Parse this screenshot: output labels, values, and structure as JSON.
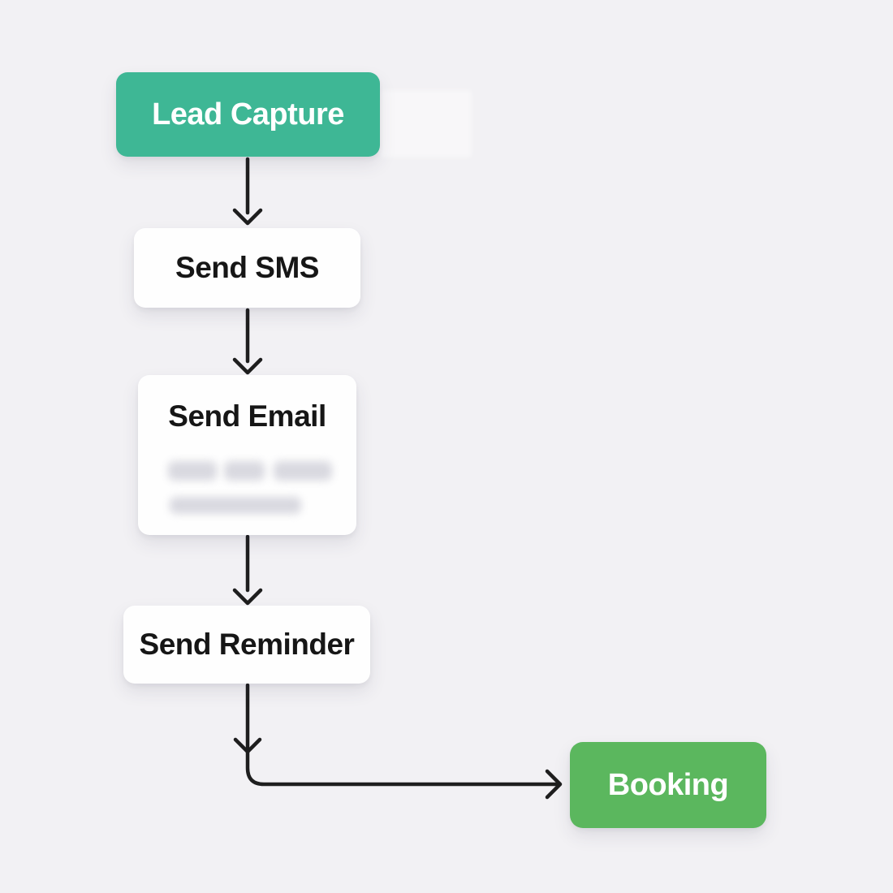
{
  "flowchart": {
    "description": "Lead nurturing workflow diagram",
    "nodes": [
      {
        "id": "lead-capture",
        "label": "Lead Capture",
        "style": "teal",
        "color": "#3eb795"
      },
      {
        "id": "send-sms",
        "label": "Send SMS",
        "style": "white",
        "color": "#fefefe"
      },
      {
        "id": "send-email",
        "label": "Send Email",
        "style": "white",
        "color": "#fefefe",
        "blurred_detail_lines": 2
      },
      {
        "id": "send-reminder",
        "label": "Send Reminder",
        "style": "white",
        "color": "#fefefe"
      },
      {
        "id": "booking",
        "label": "Booking",
        "style": "green",
        "color": "#5bb75e"
      }
    ],
    "edges": [
      {
        "from": "lead-capture",
        "to": "send-sms",
        "shape": "straight-down"
      },
      {
        "from": "send-sms",
        "to": "send-email",
        "shape": "straight-down"
      },
      {
        "from": "send-email",
        "to": "send-reminder",
        "shape": "straight-down"
      },
      {
        "from": "send-reminder",
        "to": "booking",
        "shape": "elbow-down-right"
      }
    ],
    "colors": {
      "background": "#f2f1f4",
      "accent_teal": "#3eb795",
      "accent_green": "#5bb75e",
      "card": "#fefefe",
      "arrow": "#1e1e1e",
      "dark_text": "#161616",
      "light_text": "#ffffff"
    }
  }
}
